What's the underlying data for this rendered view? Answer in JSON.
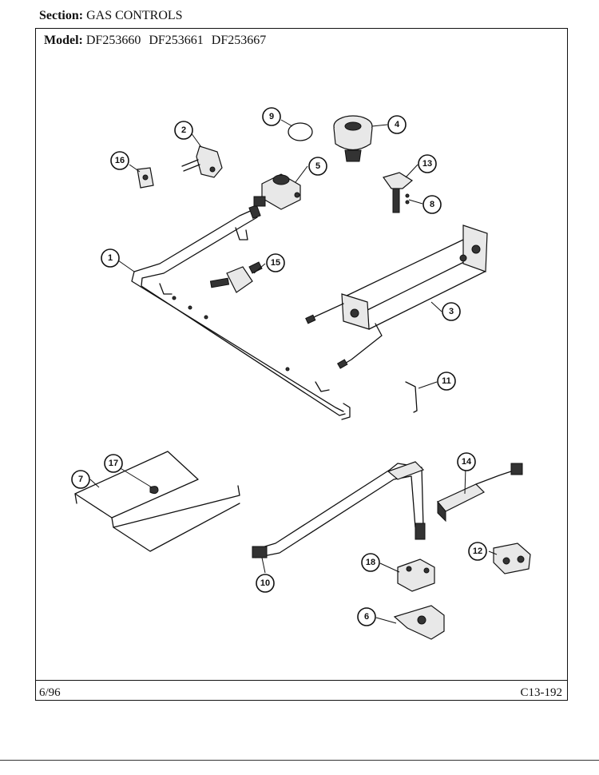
{
  "header": {
    "section_label": "Section:",
    "section_value": "GAS CONTROLS",
    "model_label": "Model:",
    "models": [
      "DF253660",
      "DF253661",
      "DF253667"
    ]
  },
  "footer": {
    "date": "6/96",
    "code": "C13-192"
  },
  "callouts": [
    "1",
    "2",
    "3",
    "4",
    "5",
    "6",
    "7",
    "8",
    "9",
    "10",
    "11",
    "12",
    "13",
    "14",
    "15",
    "16",
    "17",
    "18"
  ]
}
